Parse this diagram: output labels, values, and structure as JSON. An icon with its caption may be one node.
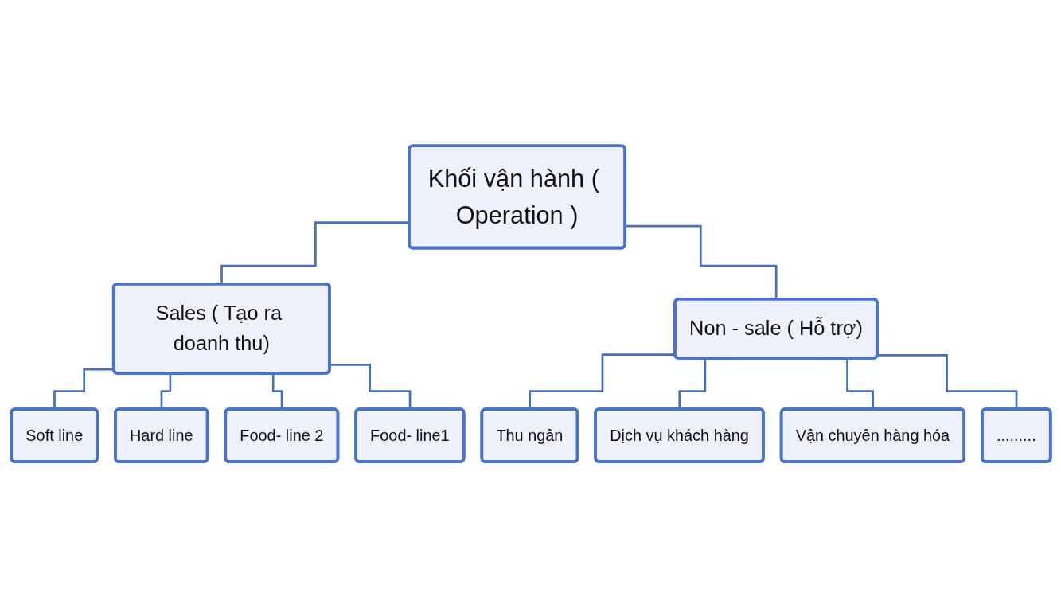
{
  "diagram": {
    "nodes": [
      {
        "text": [
          "Khối vận hành ( Operation )"
        ]
      },
      {
        "text": [
          "Sales ( Tạo ra doanh thu)"
        ]
      },
      {
        "text": [
          "Non - sale ( Hỗ trợ)"
        ]
      },
      {
        "text": [
          "Soft line"
        ]
      },
      {
        "text": [
          "Hard line"
        ]
      },
      {
        "text": [
          "Food- line 2"
        ]
      },
      {
        "text": [
          "Food- line1"
        ]
      },
      {
        "text": [
          "Thu ngân"
        ]
      },
      {
        "text": [
          "Dịch vụ khách hàng"
        ]
      },
      {
        "text": [
          "Vận chuyên hàng hóa"
        ]
      },
      {
        "text": [
          "........."
        ]
      }
    ],
    "edges": [
      {
        "from": 0,
        "to": 1,
        "arrow": "none"
      },
      {
        "from": 0,
        "to": 2,
        "arrow": "none"
      },
      {
        "from": 1,
        "to": 3,
        "arrow": "none"
      },
      {
        "from": 1,
        "to": 4,
        "arrow": "none"
      },
      {
        "from": 1,
        "to": 5,
        "arrow": "none"
      },
      {
        "from": 1,
        "to": 6,
        "arrow": "none"
      },
      {
        "from": 2,
        "to": 7,
        "arrow": "none"
      },
      {
        "from": 2,
        "to": 8,
        "arrow": "none"
      },
      {
        "from": 2,
        "to": 9,
        "arrow": "none"
      },
      {
        "from": 2,
        "to": 10,
        "arrow": "none"
      }
    ]
  }
}
